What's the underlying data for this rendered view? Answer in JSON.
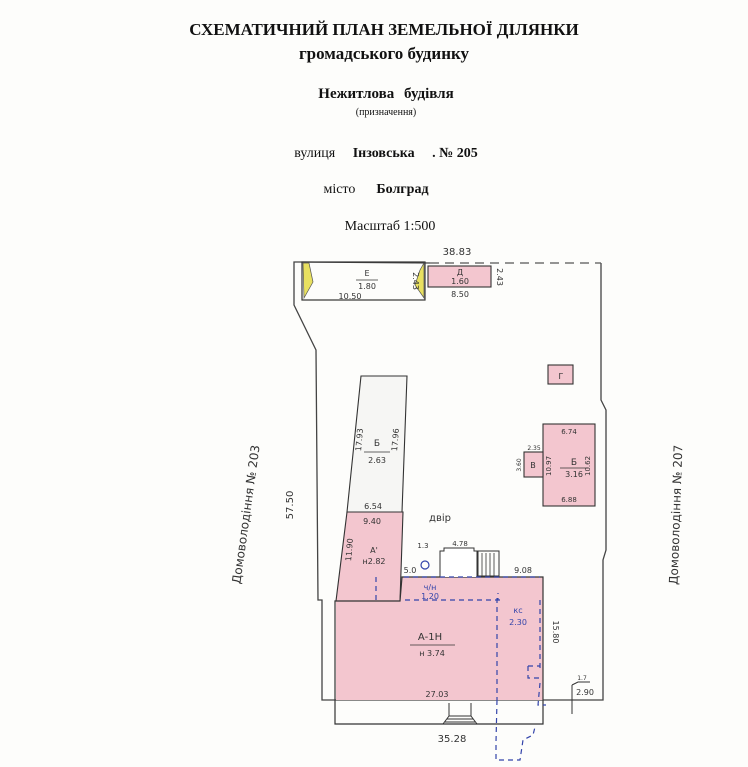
{
  "header": {
    "title_line1": "СХЕМАТИЧНИЙ ПЛАН ЗЕМЕЛЬНОЇ ДІЛЯНКИ",
    "title_line2": "громадського будинку",
    "purpose": "Нежитлова будівля",
    "purpose_caption": "(призначення)",
    "street_label": "вулиця",
    "street": "Інзовська",
    "number": ". № 205",
    "city_label": "місто",
    "city": "Болград",
    "scale": "Масштаб 1:500"
  },
  "plan": {
    "lot_top": "38.83",
    "lot_left": "57.50",
    "lot_bottom": "35.28",
    "yard": "двір",
    "neighbour_left": "Домоволодіння № 203",
    "neighbour_right": "Домоволодіння № 207",
    "buildings": {
      "E": {
        "letter": "Е",
        "height": "1.80",
        "length": "10.50",
        "width": "2.43"
      },
      "D": {
        "letter": "Д",
        "height": "1.60",
        "length": "8.50",
        "width": "2.43"
      },
      "G": {
        "letter": "Г"
      },
      "B_left": {
        "letter": "Б",
        "height": "2.63",
        "side_left": "17.93",
        "side_right": "17.96"
      },
      "A_prime": {
        "letter": "А'",
        "height": "н2.82",
        "top": "6.54",
        "inner": "9.40",
        "side": "11.90"
      },
      "A_main": {
        "letter": "А-1Н",
        "height": "н 3.74",
        "bottom": "27.03",
        "right": "15.80",
        "top_right": "9.08",
        "top_left": "5.0"
      },
      "B_right": {
        "letter": "Б",
        "height": "3.16",
        "top": "6.74",
        "bottom": "6.88",
        "left": "10.97",
        "right": "10.62"
      },
      "V": {
        "letter": "В",
        "top": "2.35",
        "side": "3.60"
      },
      "annex_ch": {
        "letter": "ч/н",
        "height": "1.20"
      },
      "annex_ks": {
        "letter": "кс",
        "height": "2.30"
      },
      "porch": {
        "width": "4.78",
        "small": "1.3"
      },
      "gate": {
        "width": "2.90",
        "small": "1.7"
      }
    }
  }
}
